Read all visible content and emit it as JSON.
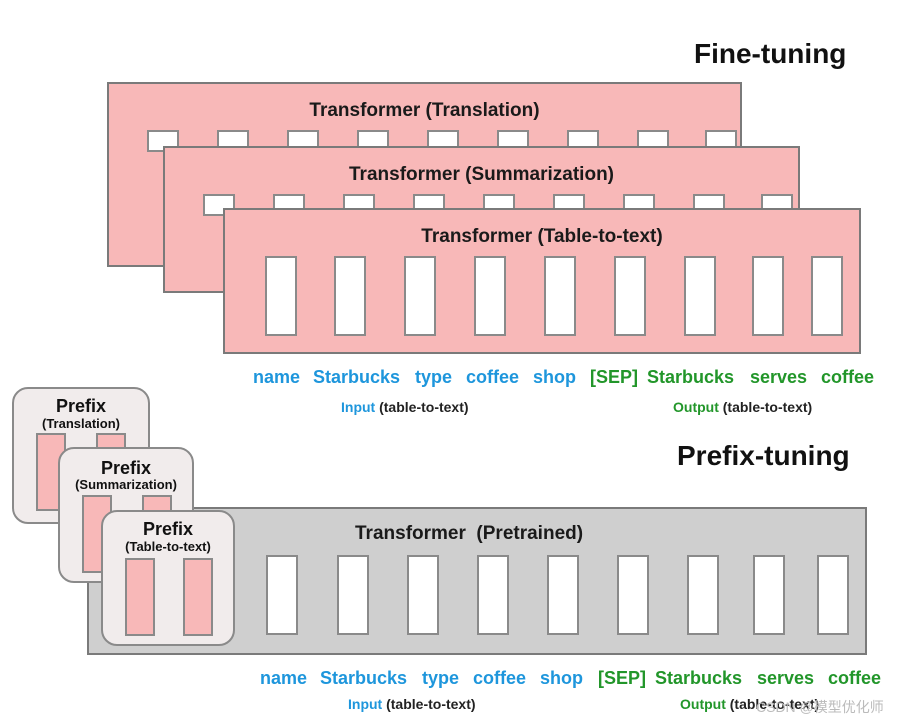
{
  "finetuning": {
    "title": "Fine-tuning",
    "panels": [
      {
        "title": "Transformer (Translation)"
      },
      {
        "title": "Transformer (Summarization)"
      },
      {
        "title": "Transformer (Table-to-text)"
      }
    ],
    "tokens": [
      {
        "text": "name",
        "role": "input"
      },
      {
        "text": "Starbucks",
        "role": "input"
      },
      {
        "text": "type",
        "role": "input"
      },
      {
        "text": "coffee",
        "role": "input"
      },
      {
        "text": "shop",
        "role": "input"
      },
      {
        "text": "[SEP]",
        "role": "output"
      },
      {
        "text": "Starbucks",
        "role": "output"
      },
      {
        "text": "serves",
        "role": "output"
      },
      {
        "text": "coffee",
        "role": "output"
      }
    ],
    "input_caption": {
      "word": "Input",
      "rest": "(table-to-text)"
    },
    "output_caption": {
      "word": "Output",
      "rest": "(table-to-text)"
    }
  },
  "prefixtuning": {
    "title": "Prefix-tuning",
    "prefix_cards": [
      {
        "title": "Prefix",
        "subtitle": "(Translation)"
      },
      {
        "title": "Prefix",
        "subtitle": "(Summarization)"
      },
      {
        "title": "Prefix",
        "subtitle": "(Table-to-text)"
      }
    ],
    "transformer_title": "Transformer  (Pretrained)",
    "tokens": [
      {
        "text": "name",
        "role": "input"
      },
      {
        "text": "Starbucks",
        "role": "input"
      },
      {
        "text": "type",
        "role": "input"
      },
      {
        "text": "coffee",
        "role": "input"
      },
      {
        "text": "shop",
        "role": "input"
      },
      {
        "text": "[SEP]",
        "role": "output"
      },
      {
        "text": "Starbucks",
        "role": "output"
      },
      {
        "text": "serves",
        "role": "output"
      },
      {
        "text": "coffee",
        "role": "output"
      }
    ],
    "input_caption": {
      "word": "Input",
      "rest": "(table-to-text)"
    },
    "output_caption": {
      "word": "Output",
      "rest": "(table-to-text)"
    }
  },
  "watermark": "CSDN @模型优化师",
  "colors": {
    "panel_pink": "#f8b8b8",
    "panel_gray": "#cfcfcf",
    "input_blue": "#1e96dc",
    "output_green": "#22962a"
  }
}
